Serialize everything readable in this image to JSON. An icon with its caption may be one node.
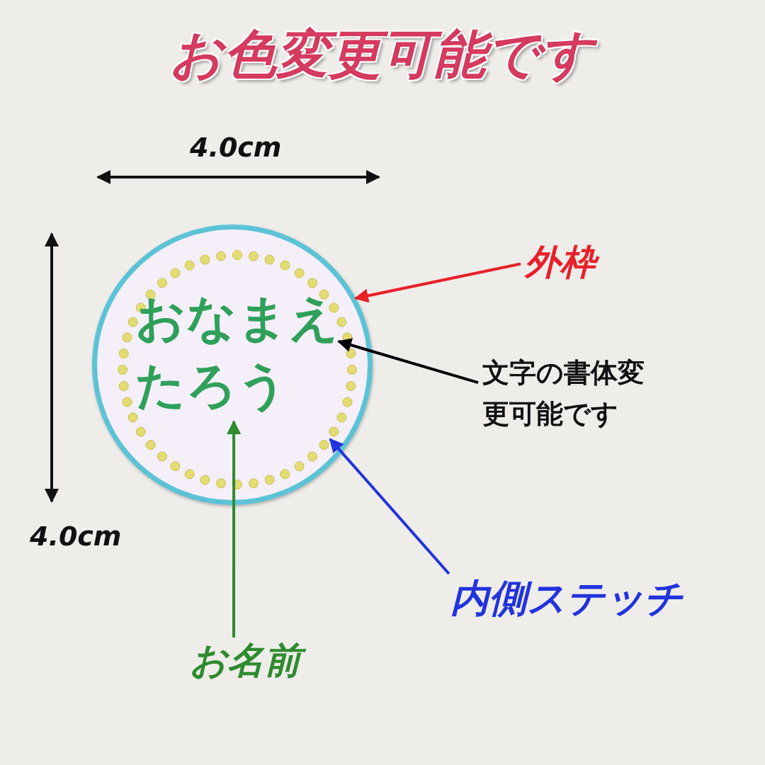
{
  "diagram": {
    "title": "お色変更可能です",
    "nodes": [
      {
        "text": [],
        "shape": "circle"
      },
      {
        "text": [],
        "shape": "circle",
        "in": 0
      },
      {
        "text": [
          "おなまえたろう"
        ],
        "in": 1
      },
      {
        "text": [
          "外枠"
        ]
      },
      {
        "text": [
          "文字の書体変更可能です"
        ]
      },
      {
        "text": [
          "内側ステッチ"
        ]
      },
      {
        "text": [
          "お名前"
        ]
      }
    ],
    "edges": [
      {
        "from": 3,
        "to": 0,
        "arrow": "to",
        "color": "#e8202a"
      },
      {
        "from": 4,
        "to": 2,
        "arrow": "to",
        "color": "#000000"
      },
      {
        "from": 5,
        "to": 1,
        "arrow": "to",
        "color": "#2233dd"
      },
      {
        "from": 6,
        "to": 2,
        "arrow": "to",
        "color": "#2e8b2e"
      }
    ],
    "labels": [
      "4.0cm",
      "4.0cm"
    ]
  }
}
